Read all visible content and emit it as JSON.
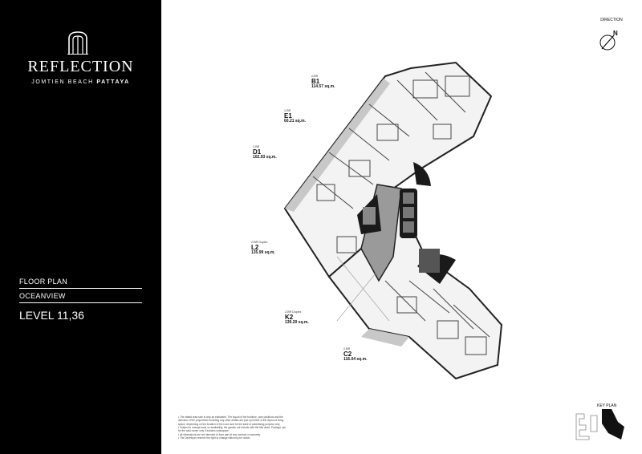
{
  "brand": {
    "name": "REFLECTION",
    "sub_regular": "JOMTIEN BEACH",
    "sub_bold": "PATTAYA"
  },
  "sidebar": {
    "section_label": "FLOOR PLAN",
    "view_label": "OCEANVIEW",
    "level_label": "LEVEL 11,36"
  },
  "units": [
    {
      "bed": "2-BR",
      "code": "B1",
      "area": "114.57 sq.m."
    },
    {
      "bed": "1-BR",
      "code": "E1",
      "area": "60.21 sq.m."
    },
    {
      "bed": "2-BR",
      "code": "D1",
      "area": "102.93 sq.m."
    },
    {
      "bed": "2-BR Duplex",
      "code": "L2",
      "area": "135.99 sq.m."
    },
    {
      "bed": "2-BR Duplex",
      "code": "K2",
      "area": "139.20 sq.m."
    },
    {
      "bed": "2-BR",
      "code": "C2",
      "area": "116.04 sq.m."
    }
  ],
  "direction": {
    "label": "DIRECTION",
    "north": "N"
  },
  "key_plan": {
    "label": "KEY PLAN"
  },
  "notes": [
    "• The stated area size is only an estimated. The layout of the furniture, pole positions and the",
    "direction of the proportions including any other details are just a preview of the layout of living",
    "space, depending on the location of the room and for the sake of advertising purpose only.",
    "• Subject to change base on availability, the garden not include with the title deed. Privilege use",
    "for the said owner only. Excludes sofa/space.",
    "• All dimensions are not intended to form part of any contract or warranty.",
    "• The Developer reserve the right to change without prior notice."
  ],
  "colors": {
    "sidebar": "#000000",
    "text_light": "#ffffff",
    "plan_dark": "#1a1a1a",
    "plan_gray": "#9a9a9a"
  }
}
